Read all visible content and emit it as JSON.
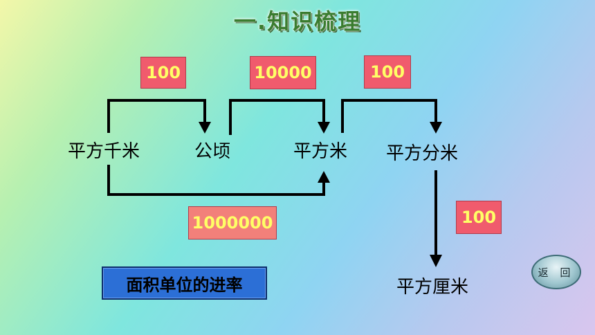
{
  "title": "一.知识梳理",
  "units": {
    "sq_km": "平方千米",
    "hectare": "公顷",
    "sq_m": "平方米",
    "sq_dm": "平方分米",
    "sq_cm": "平方厘米"
  },
  "rates": {
    "km_to_ha": "100",
    "ha_to_m": "10000",
    "m_to_dm": "100",
    "km_to_m": "1000000",
    "dm_to_cm": "100"
  },
  "summary_label": "面积单位的进率",
  "back_button_label": "返 回"
}
